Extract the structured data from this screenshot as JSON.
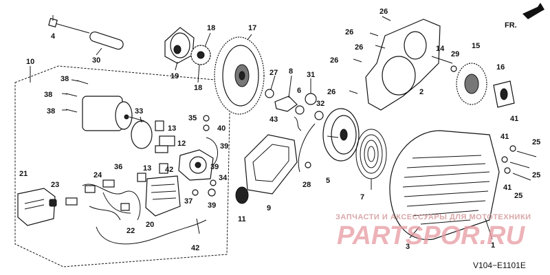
{
  "diagram": {
    "direction_label": "FR.",
    "watermark": {
      "caption": "ЗАПЧАСТИ И АКСЕССУАРЫ ДЛЯ МОТОТЕХНИКИ",
      "brand": "PARTSPOR.RU"
    },
    "code": "V104−E1101E",
    "callouts": [
      {
        "id": "c4",
        "text": "4"
      },
      {
        "id": "c30",
        "text": "30"
      },
      {
        "id": "c10",
        "text": "10"
      },
      {
        "id": "c19",
        "text": "19"
      },
      {
        "id": "c18a",
        "text": "18"
      },
      {
        "id": "c18b",
        "text": "18"
      },
      {
        "id": "c17",
        "text": "17"
      },
      {
        "id": "c38a",
        "text": "38"
      },
      {
        "id": "c38b",
        "text": "38"
      },
      {
        "id": "c38c",
        "text": "38"
      },
      {
        "id": "c33",
        "text": "33"
      },
      {
        "id": "c35",
        "text": "35"
      },
      {
        "id": "c40",
        "text": "40"
      },
      {
        "id": "c13a",
        "text": "13"
      },
      {
        "id": "c12",
        "text": "12"
      },
      {
        "id": "c39a",
        "text": "39"
      },
      {
        "id": "c39b",
        "text": "39"
      },
      {
        "id": "c39c",
        "text": "39"
      },
      {
        "id": "c36",
        "text": "36"
      },
      {
        "id": "c13b",
        "text": "13"
      },
      {
        "id": "c42a",
        "text": "42"
      },
      {
        "id": "c34",
        "text": "34"
      },
      {
        "id": "c37",
        "text": "37"
      },
      {
        "id": "c24",
        "text": "24"
      },
      {
        "id": "c21",
        "text": "21"
      },
      {
        "id": "c23",
        "text": "23"
      },
      {
        "id": "c22",
        "text": "22"
      },
      {
        "id": "c20",
        "text": "20"
      },
      {
        "id": "c42b",
        "text": "42"
      },
      {
        "id": "c27",
        "text": "27"
      },
      {
        "id": "c8",
        "text": "8"
      },
      {
        "id": "c31",
        "text": "31"
      },
      {
        "id": "c6",
        "text": "6"
      },
      {
        "id": "c32",
        "text": "32"
      },
      {
        "id": "c43",
        "text": "43"
      },
      {
        "id": "c5",
        "text": "5"
      },
      {
        "id": "c9",
        "text": "9"
      },
      {
        "id": "c11",
        "text": "11"
      },
      {
        "id": "c28",
        "text": "28"
      },
      {
        "id": "c7",
        "text": "7"
      },
      {
        "id": "c3",
        "text": "3"
      },
      {
        "id": "c1",
        "text": "1"
      },
      {
        "id": "c26a",
        "text": "26"
      },
      {
        "id": "c26b",
        "text": "26"
      },
      {
        "id": "c26c",
        "text": "26"
      },
      {
        "id": "c26d",
        "text": "26"
      },
      {
        "id": "c26e",
        "text": "26"
      },
      {
        "id": "c2",
        "text": "2"
      },
      {
        "id": "c14",
        "text": "14"
      },
      {
        "id": "c29",
        "text": "29"
      },
      {
        "id": "c15",
        "text": "15"
      },
      {
        "id": "c16",
        "text": "16"
      },
      {
        "id": "c41a",
        "text": "41"
      },
      {
        "id": "c41b",
        "text": "41"
      },
      {
        "id": "c41c",
        "text": "41"
      },
      {
        "id": "c25a",
        "text": "25"
      },
      {
        "id": "c25b",
        "text": "25"
      },
      {
        "id": "c25c",
        "text": "25"
      }
    ]
  }
}
